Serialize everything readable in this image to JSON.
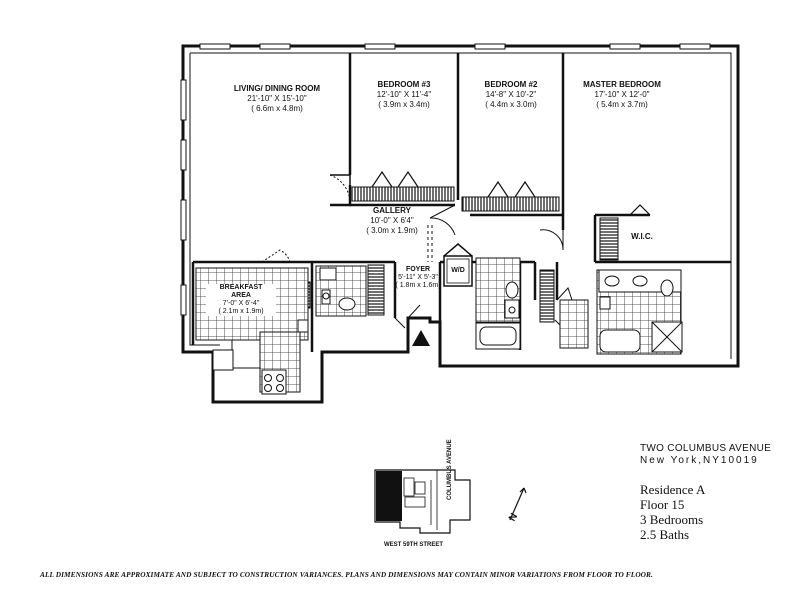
{
  "rooms": {
    "living": {
      "name": "LIVING/ DINING ROOM",
      "imperial": "21'-10\" X 15'-10\"",
      "metric": "( 6.6m x 4.8m)"
    },
    "bedroom3": {
      "name": "BEDROOM #3",
      "imperial": "12'-10\" X 11'-4\"",
      "metric": "( 3.9m x 3.4m)"
    },
    "bedroom2": {
      "name": "BEDROOM #2",
      "imperial": "14'-8\" X 10'-2\"",
      "metric": "( 4.4m x 3.0m)"
    },
    "master": {
      "name": "MASTER BEDROOM",
      "imperial": "17'-10\" X 12'-0\"",
      "metric": "( 5.4m x 3.7m)"
    },
    "gallery": {
      "name": "GALLERY",
      "imperial": "10'-0\" X 6'4\"",
      "metric": "( 3.0m x 1.9m)"
    },
    "foyer": {
      "name": "FOYER",
      "imperial": "5'-11\" X 5'-3\"",
      "metric": "( 1.8m x 1.6m)"
    },
    "breakfast": {
      "name_line1": "BREAKFAST",
      "name_line2": "AREA",
      "imperial": "7'-0\" X 6'-4\"",
      "metric": "( 2.1m x 1.9m)"
    },
    "wic": {
      "name": "W.I.C."
    },
    "wd": {
      "name": "W/D"
    }
  },
  "keyplan": {
    "street": "WEST 59TH STREET",
    "avenue": "COLUMBUS AVENUE",
    "north_label": "N"
  },
  "info": {
    "address_line1": "TWO COLUMBUS AVENUE",
    "address_line2": "New York,NY10019",
    "residence": "Residence A",
    "floor": "Floor 15",
    "bedrooms": "3 Bedrooms",
    "baths": "2.5 Baths"
  },
  "disclaimer": "ALL DIMENSIONS ARE APPROXIMATE AND SUBJECT TO CONSTRUCTION VARIANCES.  PLANS AND DIMENSIONS MAY CONTAIN MINOR VARIATIONS FROM FLOOR TO FLOOR."
}
